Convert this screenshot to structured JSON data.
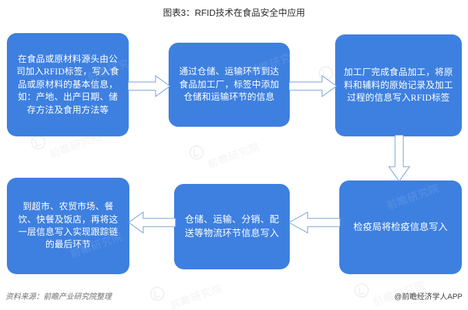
{
  "title": "图表3：RFID技术在食品安全中应用",
  "colors": {
    "node_fill": "#3E80E0",
    "node_text": "#FFFFFF",
    "arrow_stroke": "#6E9BD6",
    "arrow_fill": "#FFFFFF",
    "background": "#FFFFFF",
    "title_text": "#2B2B2B"
  },
  "diagram": {
    "type": "flowchart",
    "direction": "serpentine-left-to-right-then-right-to-left",
    "nodes": [
      {
        "id": "node-1",
        "order": 1,
        "label": "在食品或原材料源头由公司加入RFID标签，写入食品或原材料的基本信息，如：产地、出产日期、储存方法及食用方法等"
      },
      {
        "id": "node-2",
        "order": 2,
        "label": "通过仓储、运输环节到达食品加工厂，标签中添加仓储和运输环节的信息"
      },
      {
        "id": "node-3",
        "order": 3,
        "label": "加工厂完成食品加工，将原料和辅料的原始记录及加工过程的信息写入RFID标签"
      },
      {
        "id": "node-4",
        "order": 4,
        "label": "检疫局将检疫信息写入"
      },
      {
        "id": "node-5",
        "order": 5,
        "label": "仓储、运输、分销、配送等物流环节信息写入"
      },
      {
        "id": "node-6",
        "order": 6,
        "label": "到超市、农贸市场、餐饮、快餐及饭店，再将这一层信息写入实现跟踪链的最后环节"
      }
    ],
    "edges": [
      {
        "id": "arrow-1-2",
        "from": "node-1",
        "to": "node-2",
        "direction": "right"
      },
      {
        "id": "arrow-2-3",
        "from": "node-2",
        "to": "node-3",
        "direction": "right"
      },
      {
        "id": "arrow-3-4",
        "from": "node-3",
        "to": "node-4",
        "direction": "down"
      },
      {
        "id": "arrow-4-5",
        "from": "node-4",
        "to": "node-5",
        "direction": "left"
      },
      {
        "id": "arrow-5-6",
        "from": "node-5",
        "to": "node-6",
        "direction": "left"
      }
    ]
  },
  "footer": {
    "source": "资料来源：前瞻产业研究院整理",
    "brand": "@前瞻经济学人APP"
  },
  "watermarks": {
    "text": "前瞻研究院",
    "logo_name": "qianzhan-logo-icon"
  }
}
